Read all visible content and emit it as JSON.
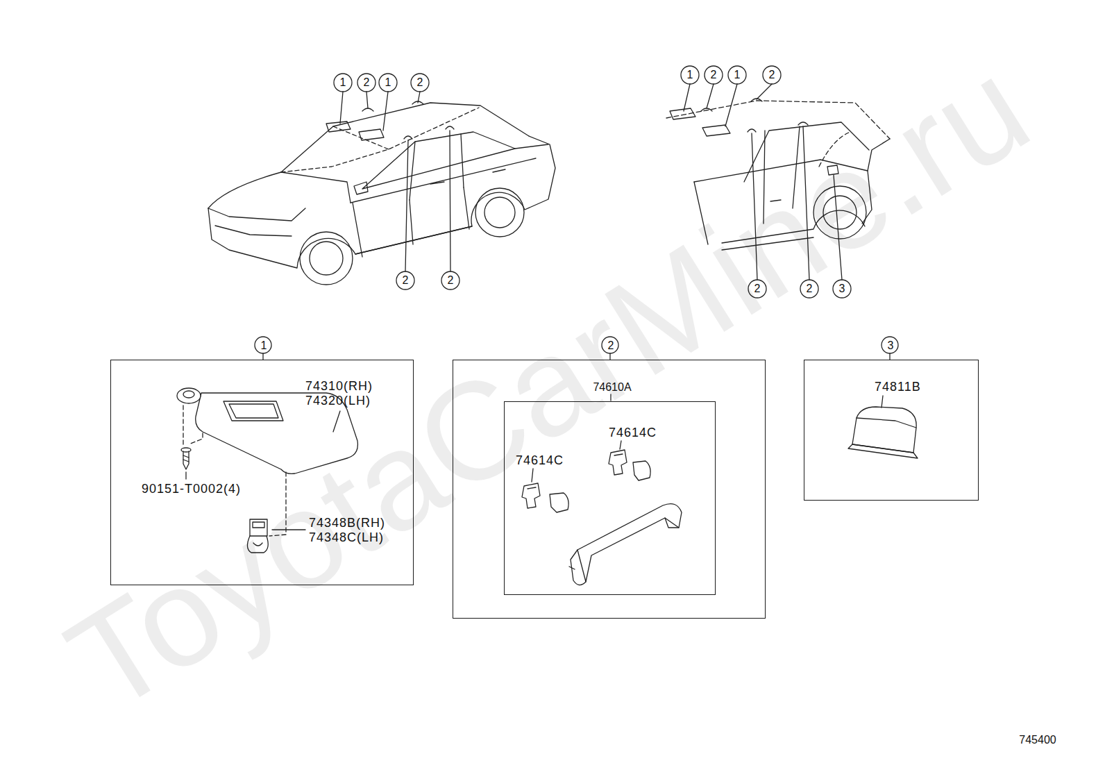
{
  "diagram": {
    "nodes": [
      {
        "text": [
          "1",
          "74310(RH) 74320(LH)",
          "90151-T0002(4)",
          "74348B(RH) 74348C(LH)"
        ]
      },
      {
        "text": [
          "2"
        ]
      },
      {
        "text": [
          "74610A",
          "74614C",
          "74614C"
        ],
        "in": 1
      },
      {
        "text": [
          "3",
          "74811B"
        ]
      }
    ],
    "labels": [
      "1",
      "2",
      "1",
      "2",
      "2",
      "2",
      "1",
      "2",
      "1",
      "2",
      "2",
      "2",
      "3",
      "ToyotaCarMine.ru",
      "745400"
    ]
  }
}
